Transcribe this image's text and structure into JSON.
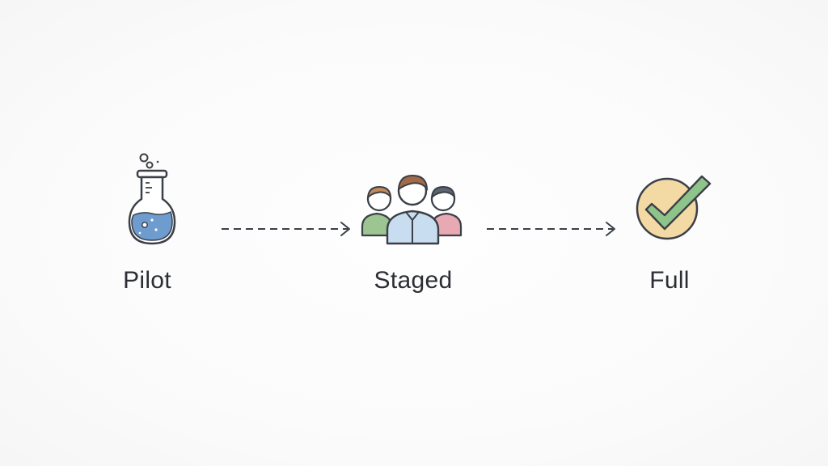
{
  "stages": [
    {
      "label": "Pilot",
      "icon": "flask-icon"
    },
    {
      "label": "Staged",
      "icon": "people-group-icon"
    },
    {
      "label": "Full",
      "icon": "checkmark-circle-icon"
    }
  ],
  "colors": {
    "stroke": "#3b3f47",
    "liquid": "#6f9ccf",
    "person_left": "#9cc592",
    "person_center": "#c9ddf0",
    "person_right": "#e9a9b2",
    "check_circle": "#f3d9a4",
    "check_mark": "#8ec48a"
  }
}
